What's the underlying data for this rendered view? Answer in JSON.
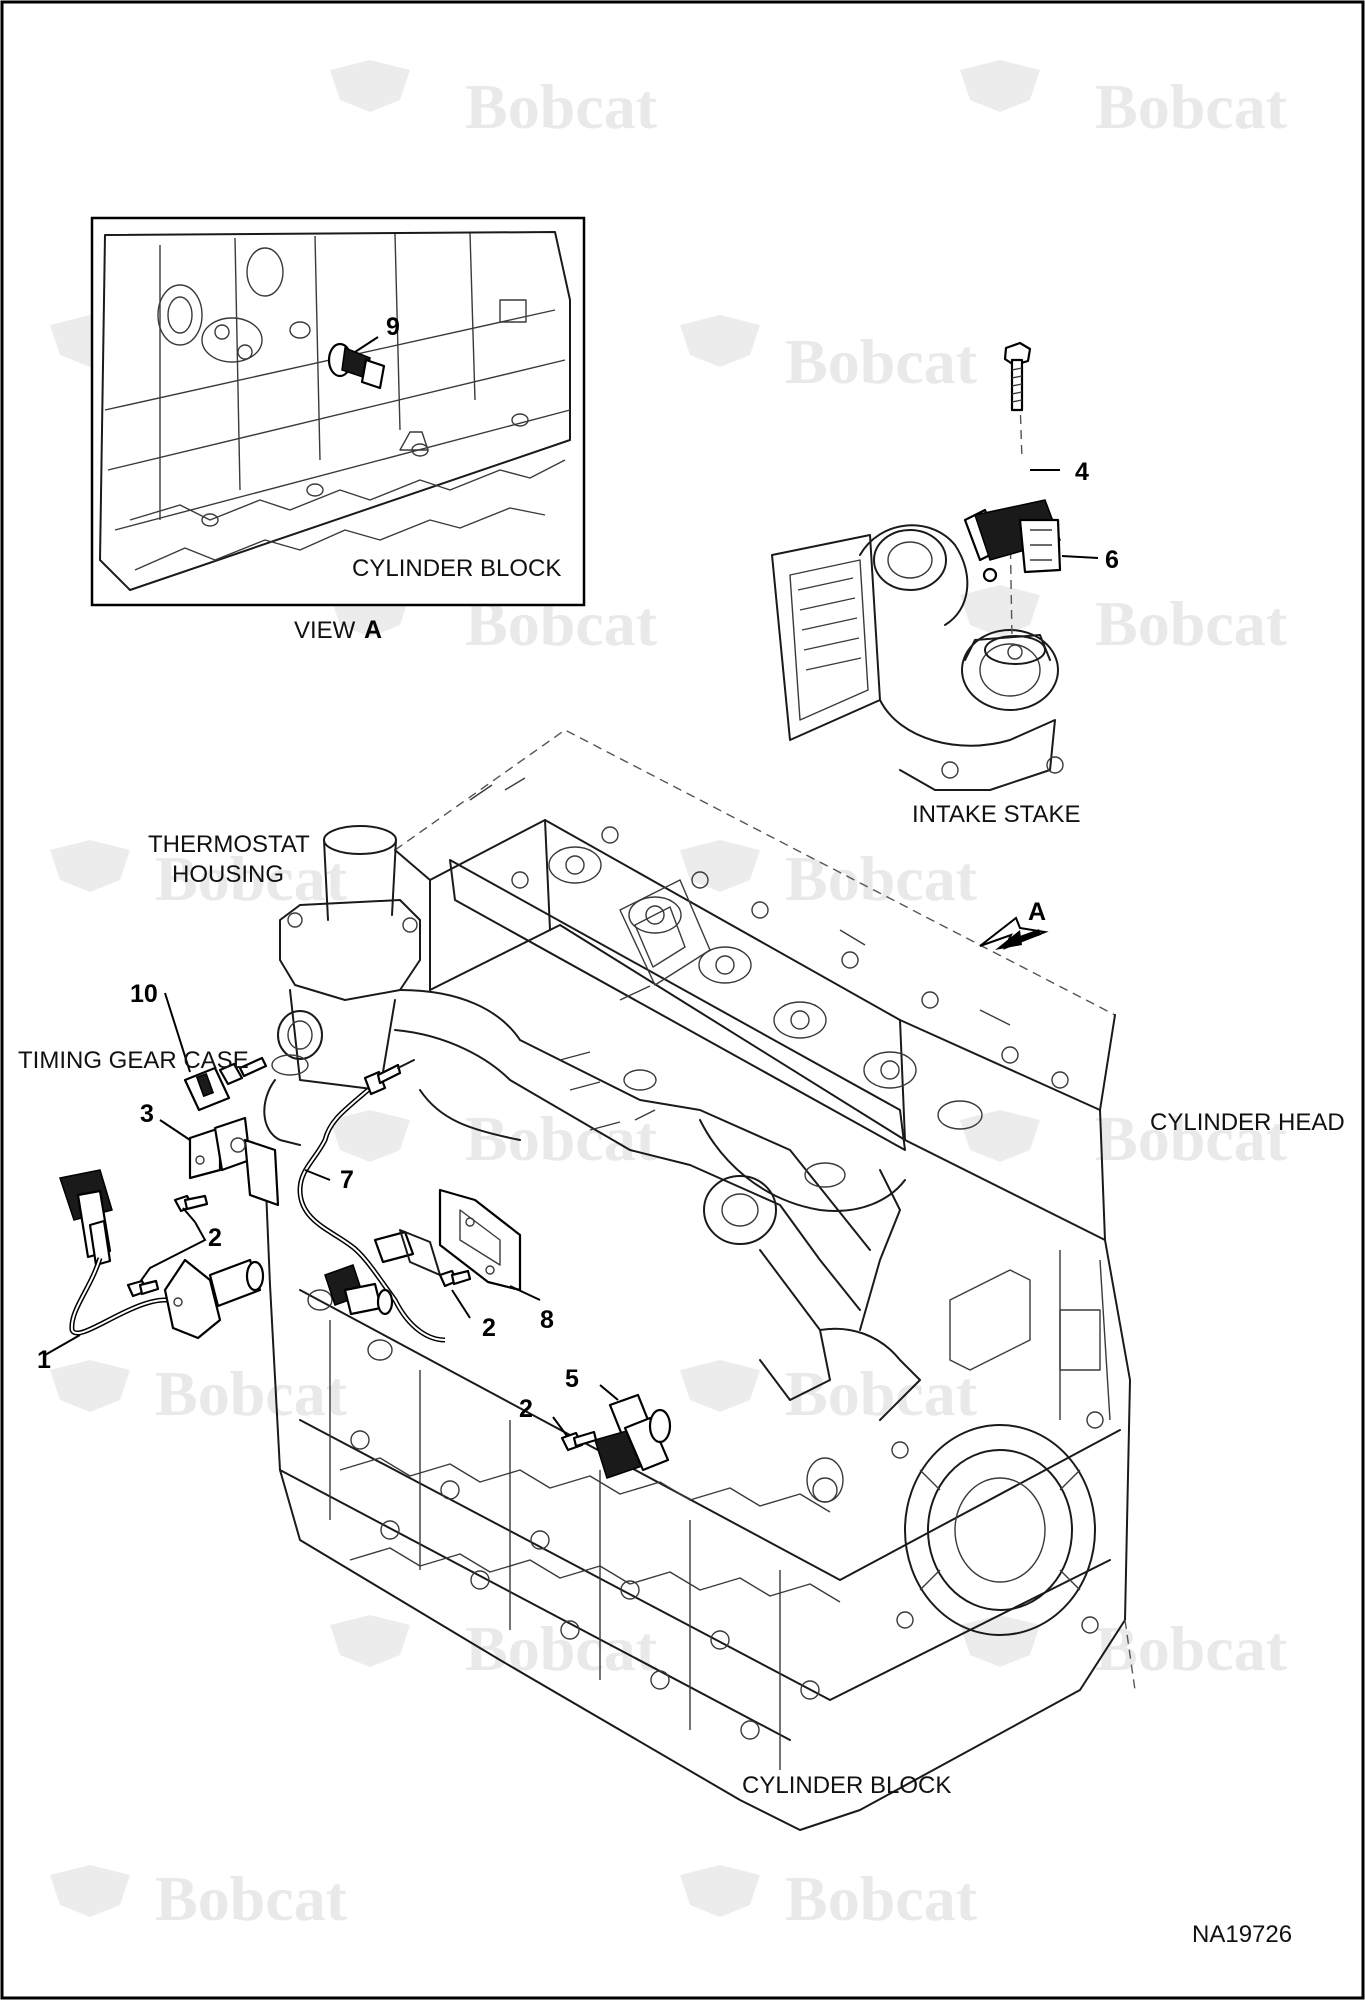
{
  "drawing_id": "NA19726",
  "labels": {
    "inset_block": "CYLINDER BLOCK",
    "view_caption": "VIEW",
    "view_letter": "A",
    "intake": "INTAKE STAKE",
    "thermostat_line1": "THERMOSTAT",
    "thermostat_line2": "HOUSING",
    "timing_gear": "TIMING GEAR CASE",
    "cylinder_head": "CYLINDER HEAD",
    "cylinder_block": "CYLINDER BLOCK",
    "arrow_letter": "A"
  },
  "callouts": {
    "c1": "1",
    "c2a": "2",
    "c2b": "2",
    "c2c": "2",
    "c3": "3",
    "c4": "4",
    "c5": "5",
    "c6": "6",
    "c7": "7",
    "c8": "8",
    "c9": "9",
    "c10": "10"
  },
  "watermark": {
    "text": "Bobcat",
    "mark": "."
  },
  "colors": {
    "ink": "#000000",
    "watermark": "#e9e9e9",
    "background": "#ffffff"
  }
}
